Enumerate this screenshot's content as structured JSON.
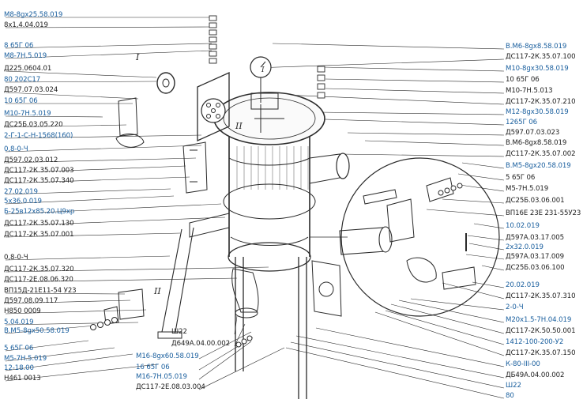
{
  "colors": {
    "link": "#1a5f9e",
    "text": "#1e1e1e",
    "line": "#2a2a2a",
    "background": "#ffffff"
  },
  "markers": {
    "view_one": "I",
    "view_two": "II"
  },
  "labels_left": [
    {
      "id": "l1",
      "text": "М8-8gx25.58.019",
      "link": true
    },
    {
      "id": "l2",
      "text": "8х1,4.04.019",
      "link": false
    },
    {
      "id": "l3",
      "text": "8 65Г 06",
      "link": true
    },
    {
      "id": "l4",
      "text": "М8-7Н.5.019",
      "link": true
    },
    {
      "id": "l5",
      "text": "Д225.0604.01",
      "link": false
    },
    {
      "id": "l6",
      "text": "80 202С17",
      "link": true
    },
    {
      "id": "l7",
      "text": "Д597.07.03.024",
      "link": false
    },
    {
      "id": "l8",
      "text": "10 65Г 06",
      "link": true
    },
    {
      "id": "l9",
      "text": "М10-7Н.5.019",
      "link": true
    },
    {
      "id": "l10",
      "text": "ДС25Б.03.05.220",
      "link": false
    },
    {
      "id": "l11",
      "text": "2-Г-1-С-Н-1568(160)",
      "link": true
    },
    {
      "id": "l12",
      "text": "0,8-0-Ч",
      "link": true
    },
    {
      "id": "l13",
      "text": "Д597.02.03.012",
      "link": false
    },
    {
      "id": "l14",
      "text": "ДС117-2К.35.07.003",
      "link": false
    },
    {
      "id": "l15",
      "text": "ДС117-2К.35.07.340",
      "link": false
    },
    {
      "id": "l16",
      "text": "27.02.019",
      "link": true
    },
    {
      "id": "l17",
      "text": "5х36.0.019",
      "link": true
    },
    {
      "id": "l18",
      "text": "Б-25в12х85.20.Ц9хр",
      "link": true
    },
    {
      "id": "l19",
      "text": "ДС117-2К.35.07.130",
      "link": false
    },
    {
      "id": "l20",
      "text": "ДС117-2К.35.07.001",
      "link": false
    },
    {
      "id": "l21",
      "text": "0,8-0-Ч",
      "link": false
    },
    {
      "id": "l22",
      "text": "ДС117-2К.35.07.320",
      "link": false
    },
    {
      "id": "l23",
      "text": "ДС117-2Е.08.06.320",
      "link": false
    },
    {
      "id": "l24",
      "text": "ВП15Д-21Е11-54 У23",
      "link": false
    },
    {
      "id": "l25",
      "text": "Д597.08.09.117",
      "link": false
    },
    {
      "id": "l26",
      "text": "Н850 0009",
      "link": false
    },
    {
      "id": "l27",
      "text": "5.04.019",
      "link": true
    },
    {
      "id": "l28",
      "text": "В.М5-8gx50.58.019",
      "link": true
    },
    {
      "id": "l29",
      "text": "5 65Г 06",
      "link": true
    },
    {
      "id": "l30",
      "text": "М5-7Н.5.019",
      "link": true
    },
    {
      "id": "l31",
      "text": "12-18.00",
      "link": true
    },
    {
      "id": "l32",
      "text": "Н461 0013",
      "link": false
    }
  ],
  "labels_center": [
    {
      "id": "c1",
      "text": "Ш22",
      "link": false
    },
    {
      "id": "c2",
      "text": "Д649А.04.00.002",
      "link": false
    },
    {
      "id": "c3",
      "text": "М16-8gx60.58.019",
      "link": true
    },
    {
      "id": "c4",
      "text": "16 65Г 06",
      "link": true
    },
    {
      "id": "c5",
      "text": "М16-7Н.05.019",
      "link": true
    },
    {
      "id": "c6",
      "text": "ДС117-2Е.08.03.004",
      "link": false
    }
  ],
  "labels_right": [
    {
      "id": "r1",
      "text": "В.М6-8gx8.58.019",
      "link": true
    },
    {
      "id": "r2",
      "text": "ДС117-2К.35.07.100",
      "link": false
    },
    {
      "id": "r3",
      "text": "М10-8gx30.58.019",
      "link": true
    },
    {
      "id": "r4",
      "text": "10 65Г 06",
      "link": false
    },
    {
      "id": "r5",
      "text": "М10-7Н.5.013",
      "link": false
    },
    {
      "id": "r6",
      "text": "ДС117-2К.35.07.210",
      "link": false
    },
    {
      "id": "r7",
      "text": "М12-8gx30.58.019",
      "link": true
    },
    {
      "id": "r8",
      "text": "1265Г 06",
      "link": true
    },
    {
      "id": "r9",
      "text": "Д597.07.03.023",
      "link": false
    },
    {
      "id": "r10",
      "text": "В.М6-8gx8.58.019",
      "link": false
    },
    {
      "id": "r11",
      "text": "ДС117-2К.35.07.002",
      "link": false
    },
    {
      "id": "r12",
      "text": "В.М5-8gx20.58.019",
      "link": true
    },
    {
      "id": "r13",
      "text": "5 65Г 06",
      "link": false
    },
    {
      "id": "r14",
      "text": "М5-7Н.5.019",
      "link": false
    },
    {
      "id": "r15",
      "text": "ДС25Б.03.06.001",
      "link": false
    },
    {
      "id": "r16",
      "text": "ВП16Е 23Е 231-55У23",
      "link": false
    },
    {
      "id": "r17",
      "text": "10.02.019",
      "link": true
    },
    {
      "id": "r18",
      "text": "Д597А.03.17.005",
      "link": false
    },
    {
      "id": "r19",
      "text": "2х32.0.019",
      "link": true
    },
    {
      "id": "r20",
      "text": "Д597А.03.17.009",
      "link": false
    },
    {
      "id": "r21",
      "text": "ДС25Б.03.06.100",
      "link": false
    },
    {
      "id": "r22",
      "text": "20.02.019",
      "link": true
    },
    {
      "id": "r23",
      "text": "ДС117-2К.35.07.310",
      "link": false
    },
    {
      "id": "r24",
      "text": "2-0-Ч",
      "link": true
    },
    {
      "id": "r25",
      "text": "М20х1.5-7Н.04.019",
      "link": true
    },
    {
      "id": "r26",
      "text": "ДС117-2К.50.50.001",
      "link": false
    },
    {
      "id": "r27",
      "text": "1412-100-200-У2",
      "link": true
    },
    {
      "id": "r28",
      "text": "ДС117-2К.35.07.150",
      "link": false
    },
    {
      "id": "r29",
      "text": "К-80-III-00",
      "link": true
    },
    {
      "id": "r30",
      "text": "ДБ49А.04.00.002",
      "link": false
    },
    {
      "id": "r31",
      "text": "Ш22",
      "link": true
    },
    {
      "id": "r32",
      "text": "80",
      "link": true
    }
  ]
}
